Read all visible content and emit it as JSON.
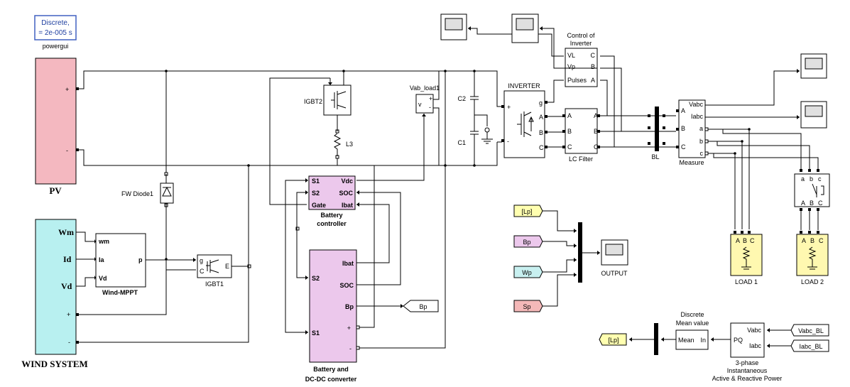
{
  "powergui": {
    "line1": "Discrete,",
    "line2": "= 2e-005 s",
    "caption": "powergui"
  },
  "pv": {
    "label": "PV",
    "plus": "+",
    "minus": "-",
    "color": "#f4b8c0"
  },
  "wind": {
    "label": "WIND SYSTEM",
    "ports": [
      "Wm",
      "Id",
      "Vd",
      "+",
      "-"
    ],
    "color": "#b8f0f0"
  },
  "wind_mppt": {
    "label": "Wind-MPPT",
    "inputs": [
      "wm",
      "Ia",
      "Vd"
    ],
    "output": "p"
  },
  "igbt1": {
    "label": "IGBT1",
    "g": "g",
    "c": "C",
    "e": "E"
  },
  "igbt2": {
    "label": "IGBT2"
  },
  "diode": {
    "label": "FW Diode1"
  },
  "inductor": {
    "label": "L3"
  },
  "battery_controller": {
    "label1": "Battery",
    "label2": "controller",
    "inputs": [
      "S1",
      "S2",
      "Gate"
    ],
    "outputs": [
      "Vdc",
      "SOC",
      "Ibat"
    ],
    "color": "#ecc8ec"
  },
  "battery": {
    "label1": "Battery and",
    "label2": "DC-DC converter",
    "left": [
      "S2",
      "S1"
    ],
    "right": [
      "Ibat",
      "SOC",
      "Bp",
      "+",
      "-"
    ],
    "color": "#ecc8ec"
  },
  "bp_goto": {
    "label": "Bp"
  },
  "vab_load": {
    "label": "Vab_load1",
    "plus": "+",
    "minus": "-",
    "v": "v"
  },
  "caps": {
    "c2": "C2",
    "c1": "C1"
  },
  "inverter": {
    "label": "INVERTER",
    "ports": [
      "+",
      "-",
      "g",
      "A",
      "B",
      "C"
    ]
  },
  "control": {
    "label1": "Control of",
    "label2": "Inverter",
    "inputs": [
      "VL",
      "Vp",
      "Pulses"
    ],
    "outputs": [
      "C",
      "B",
      "A"
    ]
  },
  "lc_filter": {
    "label": "LC Filter",
    "in": [
      "A",
      "B",
      "C"
    ],
    "out": [
      "A",
      "B",
      "C"
    ]
  },
  "bl": {
    "label": "BL"
  },
  "measure": {
    "label": "Measure",
    "left": [
      "A",
      "B",
      "C"
    ],
    "right": [
      "Vabc",
      "Iabc",
      "a",
      "b",
      "c"
    ]
  },
  "breaker": {
    "labels": [
      "a",
      "b",
      "c",
      "A",
      "B",
      "C"
    ]
  },
  "load1": {
    "label": "LOAD 1",
    "ports": [
      "A",
      "B",
      "C"
    ],
    "color": "#fff8b0"
  },
  "load2": {
    "label": "LOAD 2",
    "ports": [
      "A",
      "B",
      "C"
    ],
    "color": "#fff8b0"
  },
  "froms": [
    {
      "label": "[Lp]",
      "color": "#ffffb0"
    },
    {
      "label": "Bp",
      "color": "#ecc8ec"
    },
    {
      "label": "Wp",
      "color": "#c8f0f0"
    },
    {
      "label": "Sp",
      "color": "#f4b8b8"
    }
  ],
  "output_scope": {
    "label": "OUTPUT"
  },
  "mean": {
    "title1": "Discrete",
    "title2": "Mean value",
    "left": "Mean",
    "right": "In"
  },
  "pq": {
    "label": "PQ",
    "inputs": [
      "Vabc",
      "Iabc"
    ],
    "caption1": "3-phase",
    "caption2": "Instantaneous",
    "caption3": "Active & Reactive Power"
  },
  "vabc_from": {
    "label": "Vabc_BL"
  },
  "iabc_from": {
    "label": "Iabc_BL"
  },
  "lp_goto": {
    "label": "[Lp]",
    "color": "#ffffb0"
  }
}
